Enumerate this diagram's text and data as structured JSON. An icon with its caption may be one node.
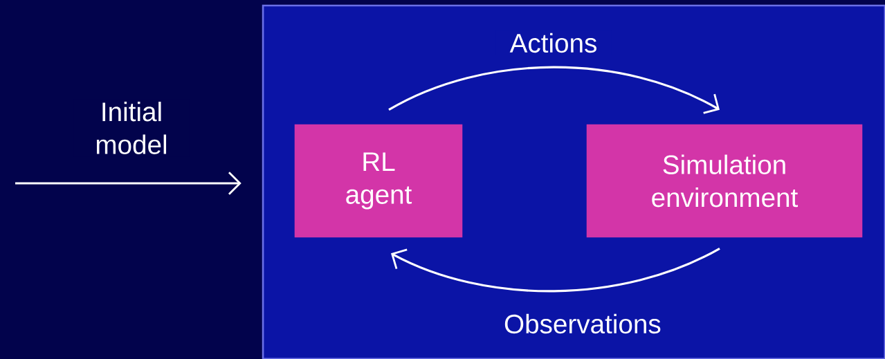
{
  "diagram": {
    "nodes": [
      {
        "text": [],
        "shape": "box"
      },
      {
        "text": [
          "RL agent"
        ],
        "in": 0
      },
      {
        "text": [
          "Simulation environment"
        ],
        "in": 0
      }
    ],
    "edges": [
      {
        "from": null,
        "to": 0,
        "arrow": "to",
        "label": "Initial model"
      },
      {
        "from": 1,
        "to": 2,
        "arrow": "to",
        "label": "Actions"
      },
      {
        "from": 2,
        "to": 1,
        "arrow": "to",
        "label": "Observations"
      }
    ]
  }
}
